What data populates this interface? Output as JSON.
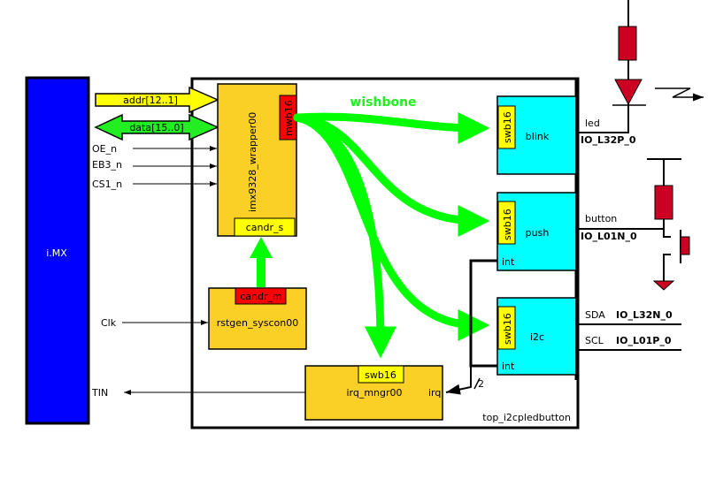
{
  "colors": {
    "imx": "#0000ff",
    "block": "#fbd026",
    "periph": "#00ffff",
    "port_slave": "#ffff00",
    "port_master": "#ff0000",
    "wishbone": "#00ff00",
    "component": "#cc0022"
  },
  "imx": {
    "label": "i.MX"
  },
  "top": {
    "label": "top_i2cpledbutton"
  },
  "wishbone_label": "wishbone",
  "signals": {
    "addr": "addr[12..1]",
    "data": "data[15..0]",
    "oe": "OE_n",
    "eb3": "EB3_n",
    "cs1": "CS1_n",
    "clk": "Clk",
    "tin": "TIN",
    "bus_width": "2"
  },
  "wrapper": {
    "label": "imx9328_wrapper00",
    "master_port": "mwb16",
    "candr_port": "candr_s"
  },
  "rstgen": {
    "label": "rstgen_syscon00",
    "candr_port": "candr_m"
  },
  "irq": {
    "label": "irq_mngr00",
    "port": "swb16",
    "irq_pin": "irq"
  },
  "blink": {
    "label": "blink",
    "port": "swb16",
    "signal": "led",
    "pin": "IO_L32P_0"
  },
  "push": {
    "label": "push",
    "port": "swb16",
    "int": "int",
    "signal": "button",
    "pin": "IO_L01N_0"
  },
  "i2c": {
    "label": "i2c",
    "port": "swb16",
    "int": "int",
    "sda": "SDA",
    "sda_pin": "IO_L32N_0",
    "scl": "SCL",
    "scl_pin": "IO_L01P_0"
  }
}
